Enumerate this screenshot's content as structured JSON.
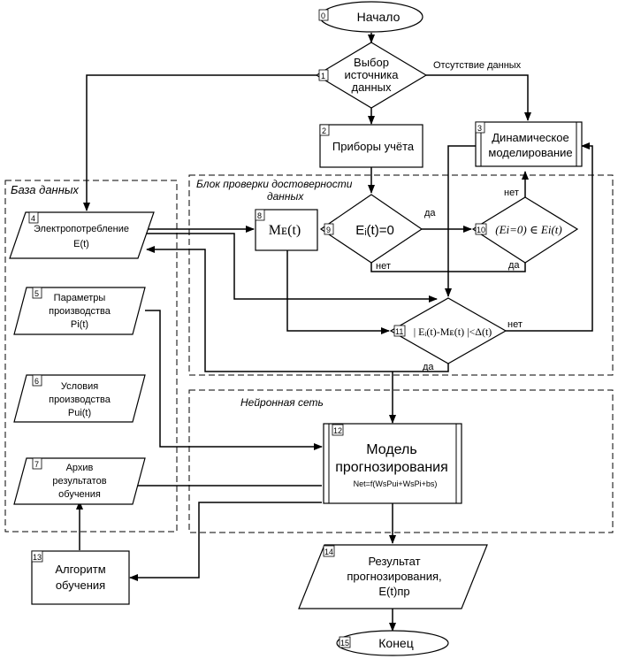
{
  "groups": {
    "db_title": "База данных",
    "check_title_1": "Блок проверки достоверности",
    "check_title_2": "данных",
    "nn_title": "Нейронная сеть"
  },
  "blocks": {
    "b0": {
      "num": "0",
      "label": "Начало"
    },
    "b1": {
      "num": "1",
      "line1": "Выбор",
      "line2": "источника",
      "line3": "данных",
      "no_data": "Отсутствие данных"
    },
    "b2": {
      "num": "2",
      "label": "Приборы учёта"
    },
    "b3": {
      "num": "3",
      "line1": "Динамическое",
      "line2": "моделирование"
    },
    "b4": {
      "num": "4",
      "line1": "Электропотребление",
      "line2": "E(t)"
    },
    "b5": {
      "num": "5",
      "line1": "Параметры",
      "line2": "производства",
      "line3": "Pi(t)"
    },
    "b6": {
      "num": "6",
      "line1": "Условия",
      "line2": "производства",
      "line3": "Pui(t)"
    },
    "b7": {
      "num": "7",
      "line1": "Архив",
      "line2": "результатов",
      "line3": "обучения"
    },
    "b8": {
      "num": "8",
      "label": "Mᴇ(t)"
    },
    "b9": {
      "num": "9",
      "label": "Eᵢ(t)=0",
      "yes": "да",
      "no": "нет"
    },
    "b10": {
      "num": "10",
      "label": "(Ei=0) ∈ Ei(t)",
      "yes": "нет",
      "no": "да"
    },
    "b11": {
      "num": "11",
      "label": "| Eᵢ(t)-Mᴇ(t) |<Δ(t)",
      "yes": "да",
      "no": "нет"
    },
    "b12": {
      "num": "12",
      "line1": "Модель",
      "line2": "прогнозирования",
      "formula": "Net=f(WsPui+WsPi+bs)"
    },
    "b13": {
      "num": "13",
      "line1": "Алгоритм",
      "line2": "обучения"
    },
    "b14": {
      "num": "14",
      "line1": "Результат",
      "line2": "прогнозирования,",
      "line3": "E(t)пр"
    },
    "b15": {
      "num": "15",
      "label": "Конец"
    }
  }
}
